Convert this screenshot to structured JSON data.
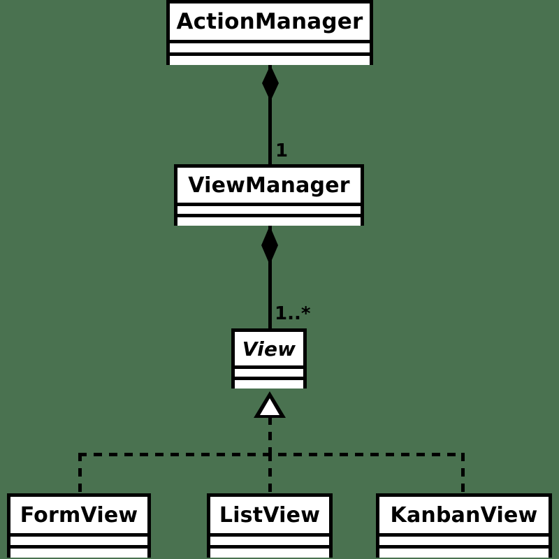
{
  "diagram": {
    "type": "uml-class-diagram",
    "background_color": "#4a7250",
    "line_color": "#000000",
    "box_fill_color": "#ffffff",
    "classes": [
      {
        "id": "action-manager",
        "name": "ActionManager",
        "abstract": false,
        "attributes": [],
        "operations": []
      },
      {
        "id": "view-manager",
        "name": "ViewManager",
        "abstract": false,
        "attributes": [],
        "operations": []
      },
      {
        "id": "view",
        "name": "View",
        "abstract": true,
        "attributes": [],
        "operations": []
      },
      {
        "id": "form-view",
        "name": "FormView",
        "abstract": false,
        "attributes": [],
        "operations": []
      },
      {
        "id": "list-view",
        "name": "ListView",
        "abstract": false,
        "attributes": [],
        "operations": []
      },
      {
        "id": "kanban-view",
        "name": "KanbanView",
        "abstract": false,
        "attributes": [],
        "operations": []
      }
    ],
    "relationships": [
      {
        "id": "actionmanager-viewmanager",
        "type": "composition",
        "whole": "ActionManager",
        "part": "ViewManager",
        "multiplicity": "1"
      },
      {
        "id": "viewmanager-view",
        "type": "composition",
        "whole": "ViewManager",
        "part": "View",
        "multiplicity": "1..*"
      },
      {
        "id": "formview-view",
        "type": "generalization",
        "parent": "View",
        "child": "FormView",
        "multiplicity": ""
      },
      {
        "id": "listview-view",
        "type": "generalization",
        "parent": "View",
        "child": "ListView",
        "multiplicity": ""
      },
      {
        "id": "kanbanview-view",
        "type": "generalization",
        "parent": "View",
        "child": "KanbanView",
        "multiplicity": ""
      }
    ],
    "multiplicity_labels": {
      "action_view_manager": "1",
      "view_manager_view": "1..*"
    }
  }
}
